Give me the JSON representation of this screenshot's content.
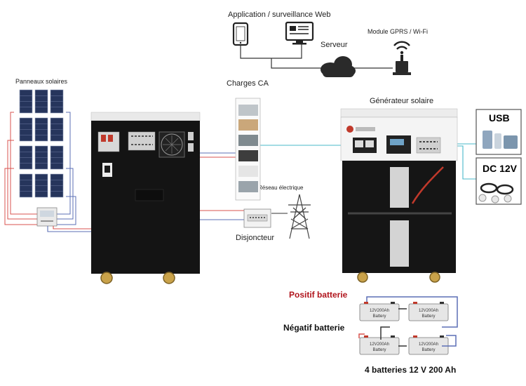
{
  "labels": {
    "app_web": "Application / surveillance Web",
    "server": "Serveur",
    "gprs_wifi": "Module GPRS / Wi-Fi",
    "solar_panels": "Panneaux solaires",
    "ac_loads": "Charges CA",
    "solar_generator": "Générateur solaire",
    "usb": "USB",
    "dc12v": "DC 12V",
    "grid": "Réseau électrique",
    "breaker": "Disjoncteur",
    "bat_positive": "Positif batterie",
    "bat_negative": "Négatif batterie",
    "batteries_caption": "4 batteries 12 V 200 Ah"
  },
  "battery_label": {
    "rating": "12V200Ah",
    "name": "Battery"
  },
  "colors": {
    "wire_red": "#d9534f",
    "wire_blue": "#5b6fb5",
    "wire_cyan": "#49b9c9",
    "wire_dark": "#333333",
    "cabinet": "#141414",
    "positive_text": "#b0141c"
  }
}
